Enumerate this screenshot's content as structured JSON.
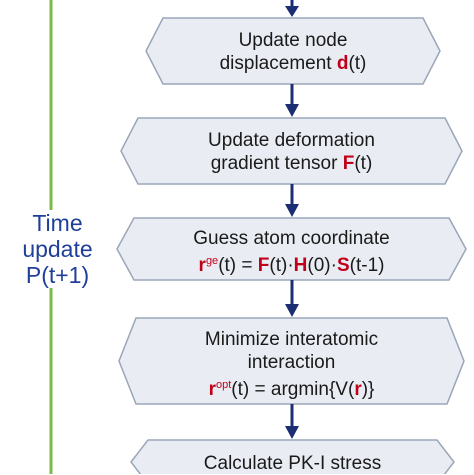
{
  "colors": {
    "box_fill": "#e9edf3",
    "box_stroke": "#9aa6b8",
    "arrow": "#1c2e73",
    "time_line": "#7fb84a",
    "time_text": "#1f3f9a",
    "highlight": "#c0001a"
  },
  "time_update": {
    "line1": "Time",
    "line2": "update",
    "line3": "P(t+1)"
  },
  "steps": [
    {
      "line1": "Update node",
      "line2_text": "displacement ",
      "line2_var": "d",
      "line2_tail": "(t)"
    },
    {
      "line1": "Update deformation",
      "line2_text": "gradient tensor ",
      "line2_var": "F",
      "line2_tail": "(t)"
    },
    {
      "line1": "Guess atom coordinate",
      "eq_r": "r",
      "eq_sup": "ge",
      "eq_mid1": "(t) = ",
      "eq_F": "F",
      "eq_mid2": "(t)·",
      "eq_H": "H",
      "eq_mid3": "(0)·",
      "eq_S": "S",
      "eq_tail": "(t-1)"
    },
    {
      "line1": "Minimize interatomic",
      "line2": "interaction",
      "eq_r": "r",
      "eq_sup": "opt",
      "eq_mid": "(t) = argmin{V(",
      "eq_r2": "r",
      "eq_tail": ")}"
    },
    {
      "line1": "Calculate PK-I stress"
    }
  ]
}
